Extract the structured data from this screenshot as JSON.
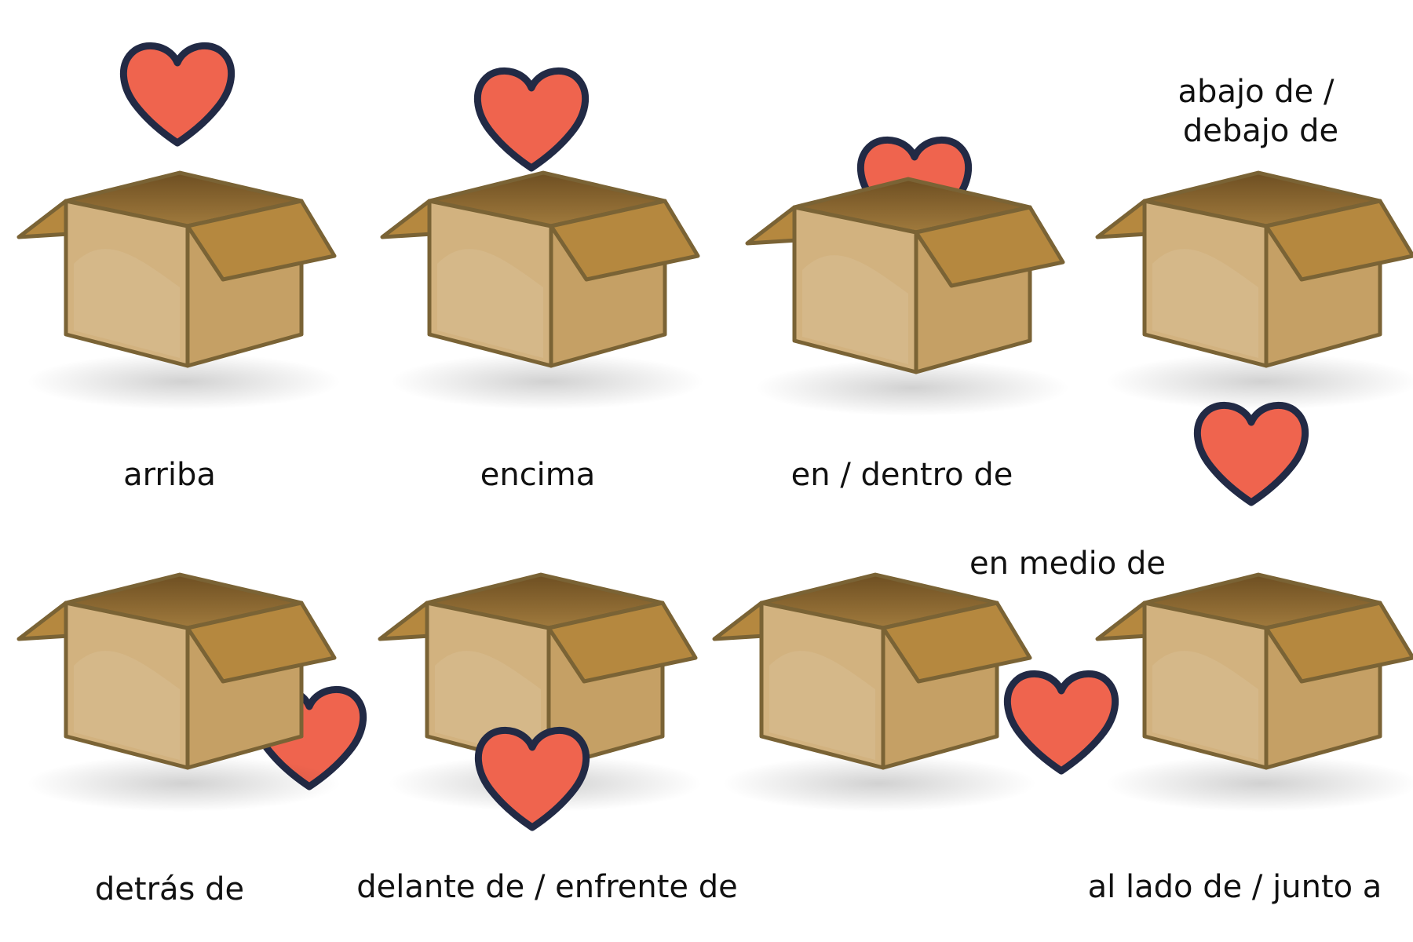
{
  "colors": {
    "box_front": "#d2b27f",
    "box_side": "#c5a065",
    "box_flap": "#b5883f",
    "box_top_inner": "#8f6a32",
    "box_outline": "#7a6335",
    "heart_fill": "#ef644e",
    "heart_outline": "#222a45"
  },
  "icons": [
    "cardboard-box-icon",
    "heart-icon"
  ],
  "cells": [
    {
      "id": "arriba",
      "label": "arriba"
    },
    {
      "id": "encima",
      "label": "encima"
    },
    {
      "id": "en-dentro-de",
      "label": "en / dentro de"
    },
    {
      "id": "abajo-de",
      "label_line1": "abajo de /",
      "label_line2": "debajo de"
    },
    {
      "id": "detras-de",
      "label": "detrás de"
    },
    {
      "id": "delante-de",
      "label": "delante de / enfrente de"
    },
    {
      "id": "en-medio-de",
      "label": "en medio de"
    },
    {
      "id": "al-lado-de",
      "label": "al lado de / junto a"
    }
  ]
}
